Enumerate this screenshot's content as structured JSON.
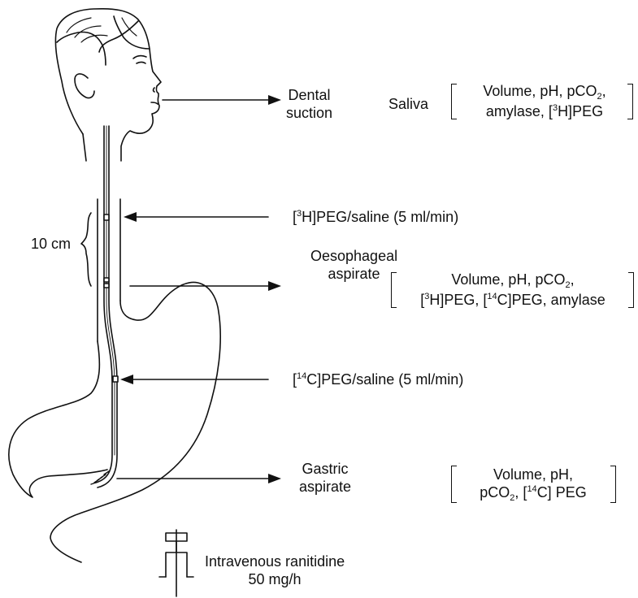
{
  "labels": {
    "dental_suction": [
      "Dental",
      "suction"
    ],
    "saliva": "Saliva",
    "saliva_params": {
      "line1": [
        "Volume, pH, pCO",
        "2",
        ","
      ],
      "line2": [
        "amylase, [",
        "3",
        "H]PEG"
      ]
    },
    "h3_infusion": [
      "[",
      "3",
      "H]PEG/saline (5 ml/min)"
    ],
    "length_marker": "10 cm",
    "oesophageal": [
      "Oesophageal",
      "aspirate"
    ],
    "oesophageal_params": {
      "line1": [
        "Volume, pH, pCO",
        "2",
        ","
      ],
      "line2": [
        "[",
        "3",
        "H]PEG, [",
        "14",
        "C]PEG, amylase"
      ]
    },
    "c14_infusion": [
      "[",
      "14",
      "C]PEG/saline (5 ml/min)"
    ],
    "gastric": [
      "Gastric",
      "aspirate"
    ],
    "gastric_params": {
      "line1": "Volume, pH,",
      "line2": [
        "pCO",
        "2",
        ", [",
        "14",
        "C] PEG"
      ]
    },
    "ranitidine": [
      "Intravenous ranitidine",
      "50 mg/h"
    ]
  }
}
